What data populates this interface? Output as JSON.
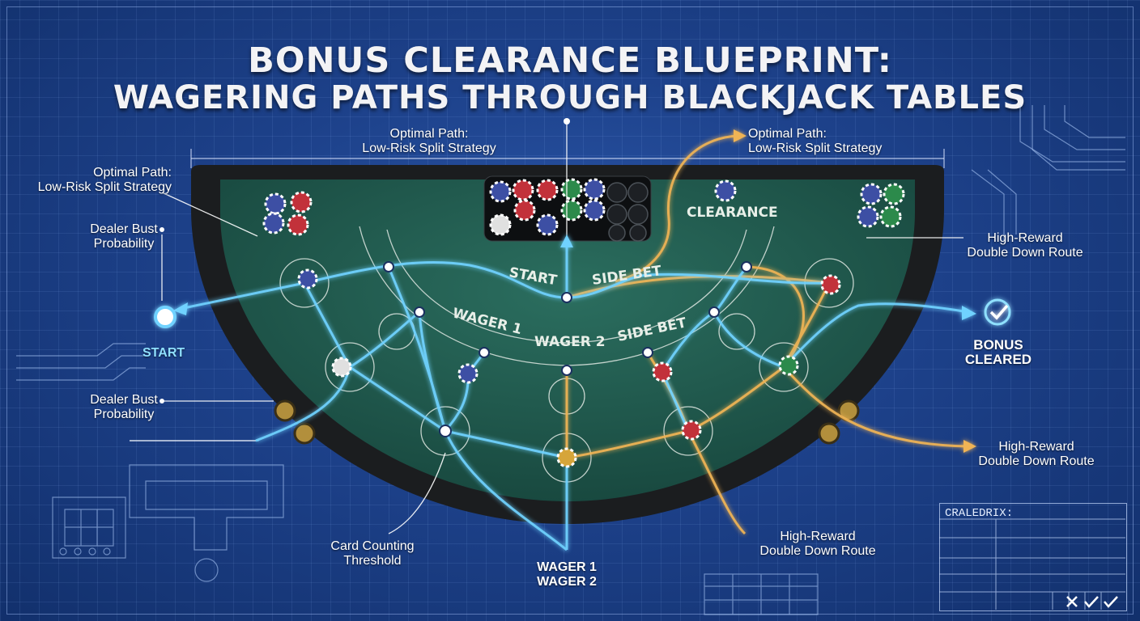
{
  "title": {
    "line1": "BONUS CLEARANCE BLUEPRINT:",
    "line2": "WAGERING PATHS THROUGH BLACKJACK TABLES"
  },
  "callouts": {
    "optimal_top_left": "Optimal Path:\nLow-Risk Split Strategy",
    "optimal_top_right": "Optimal Path:\nLow-Risk Split Strategy",
    "optimal_left": "Optimal Path:\nLow-Risk Split Strategy",
    "dealer_bust_upper": "Dealer Bust\nProbability",
    "dealer_bust_lower": "Dealer Bust\nProbability",
    "start": "START",
    "high_reward_upper": "High-Reward\nDouble Down Route",
    "high_reward_lower": "High-Reward\nDouble Down Route",
    "high_reward_bottom": "High-Reward\nDouble Down Route",
    "card_counting": "Card Counting\nThreshold",
    "wager_bottom": "WAGER 1\nWAGER 2",
    "bonus_cleared": "BONUS\nCLEARED"
  },
  "table_labels": {
    "clearance": "CLEARANCE",
    "start": "START",
    "side_bet_upper": "SIDE BET",
    "wager1": "WAGER 1",
    "wager2": "WAGER 2",
    "side_bet_lower": "SIDE BET"
  },
  "title_block": {
    "name": "CRALEDRIX:"
  },
  "colors": {
    "felt": "#1f5a4e",
    "blue_path": "#6fd2ff",
    "gold_path": "#f0b454",
    "rail": "#1b1d1f"
  }
}
